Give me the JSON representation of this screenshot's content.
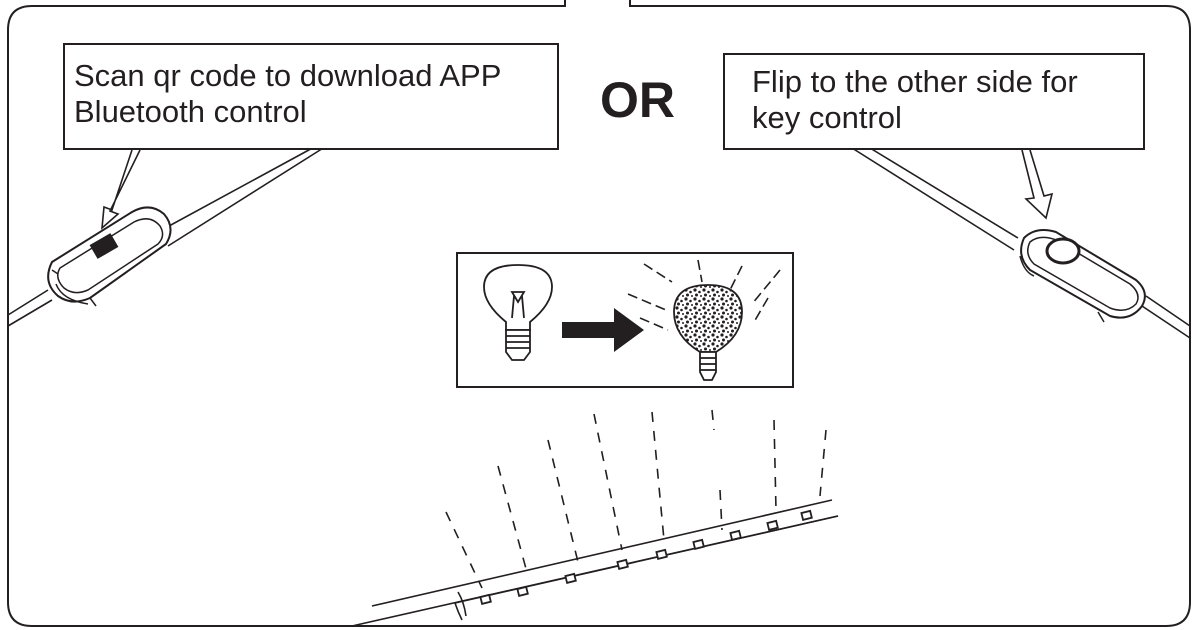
{
  "left_callout": {
    "line1": "Scan qr code to download APP",
    "line2": "Bluetooth control"
  },
  "separator": "OR",
  "right_callout": {
    "line1": "Flip to the other side for",
    "line2": "key control"
  },
  "colors": {
    "ink": "#231f20",
    "background": "#ffffff",
    "arrow_fill": "#231f20"
  },
  "icons": [
    "qr-code-icon",
    "power-button-icon",
    "bulb-off-icon",
    "bulb-on-icon",
    "arrow-right-icon",
    "led-chip-icon"
  ]
}
